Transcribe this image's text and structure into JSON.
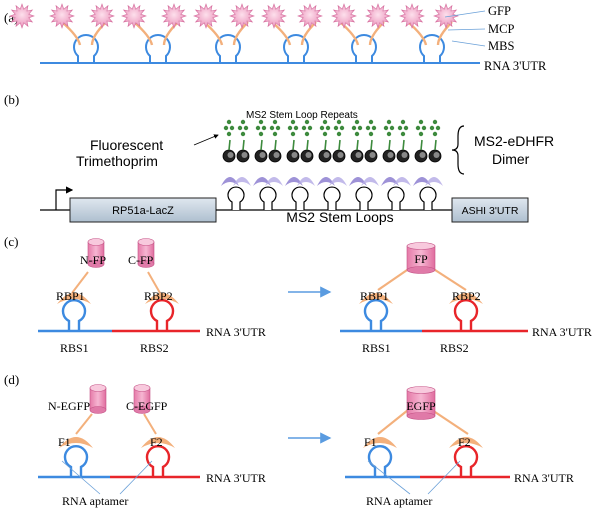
{
  "panel_a": {
    "letter": "(a)",
    "labels": {
      "gfp": "GFP",
      "mcp": "MCP",
      "mbs": "MBS",
      "utr": "RNA 3'UTR"
    }
  },
  "panel_b": {
    "letter": "(b)",
    "labels": {
      "repeats": "MS2 Stem Loop Repeats",
      "fluorescent": "Fluorescent",
      "trimethoprim": "Trimethoprim",
      "dimer_top": "MS2-eDHFR",
      "dimer_bottom": "Dimer",
      "gene_box": "RP51a-LacZ",
      "utr_box": "ASHI 3'UTR",
      "stem_loops": "MS2 Stem Loops"
    }
  },
  "panel_c": {
    "letter": "(c)",
    "labels": {
      "nfp": "N-FP",
      "cfp": "C-FP",
      "fp": "FP",
      "rbp1": "RBP1",
      "rbp2": "RBP2",
      "rbs1": "RBS1",
      "rbs2": "RBS2",
      "utr": "RNA 3'UTR"
    }
  },
  "panel_d": {
    "letter": "(d)",
    "labels": {
      "negfp": "N-EGFP",
      "cegfp": "C-EGFP",
      "egfp": "EGFP",
      "f1": "F1",
      "f2": "F2",
      "aptamer": "RNA aptamer",
      "utr": "RNA 3'UTR"
    }
  },
  "colors": {
    "rna_blue": "#3d8ae0",
    "rna_red": "#e8252a",
    "protein_orange": "#f3b07c",
    "gfp_pink": "#f3a8c8",
    "fp_pink": "#f19ac0",
    "dhfr_purple": "#8d7fd0",
    "ligand_green": "#3d8a3d",
    "arrow_blue": "#5a9be0",
    "box_fill": "#c6d4e2"
  }
}
